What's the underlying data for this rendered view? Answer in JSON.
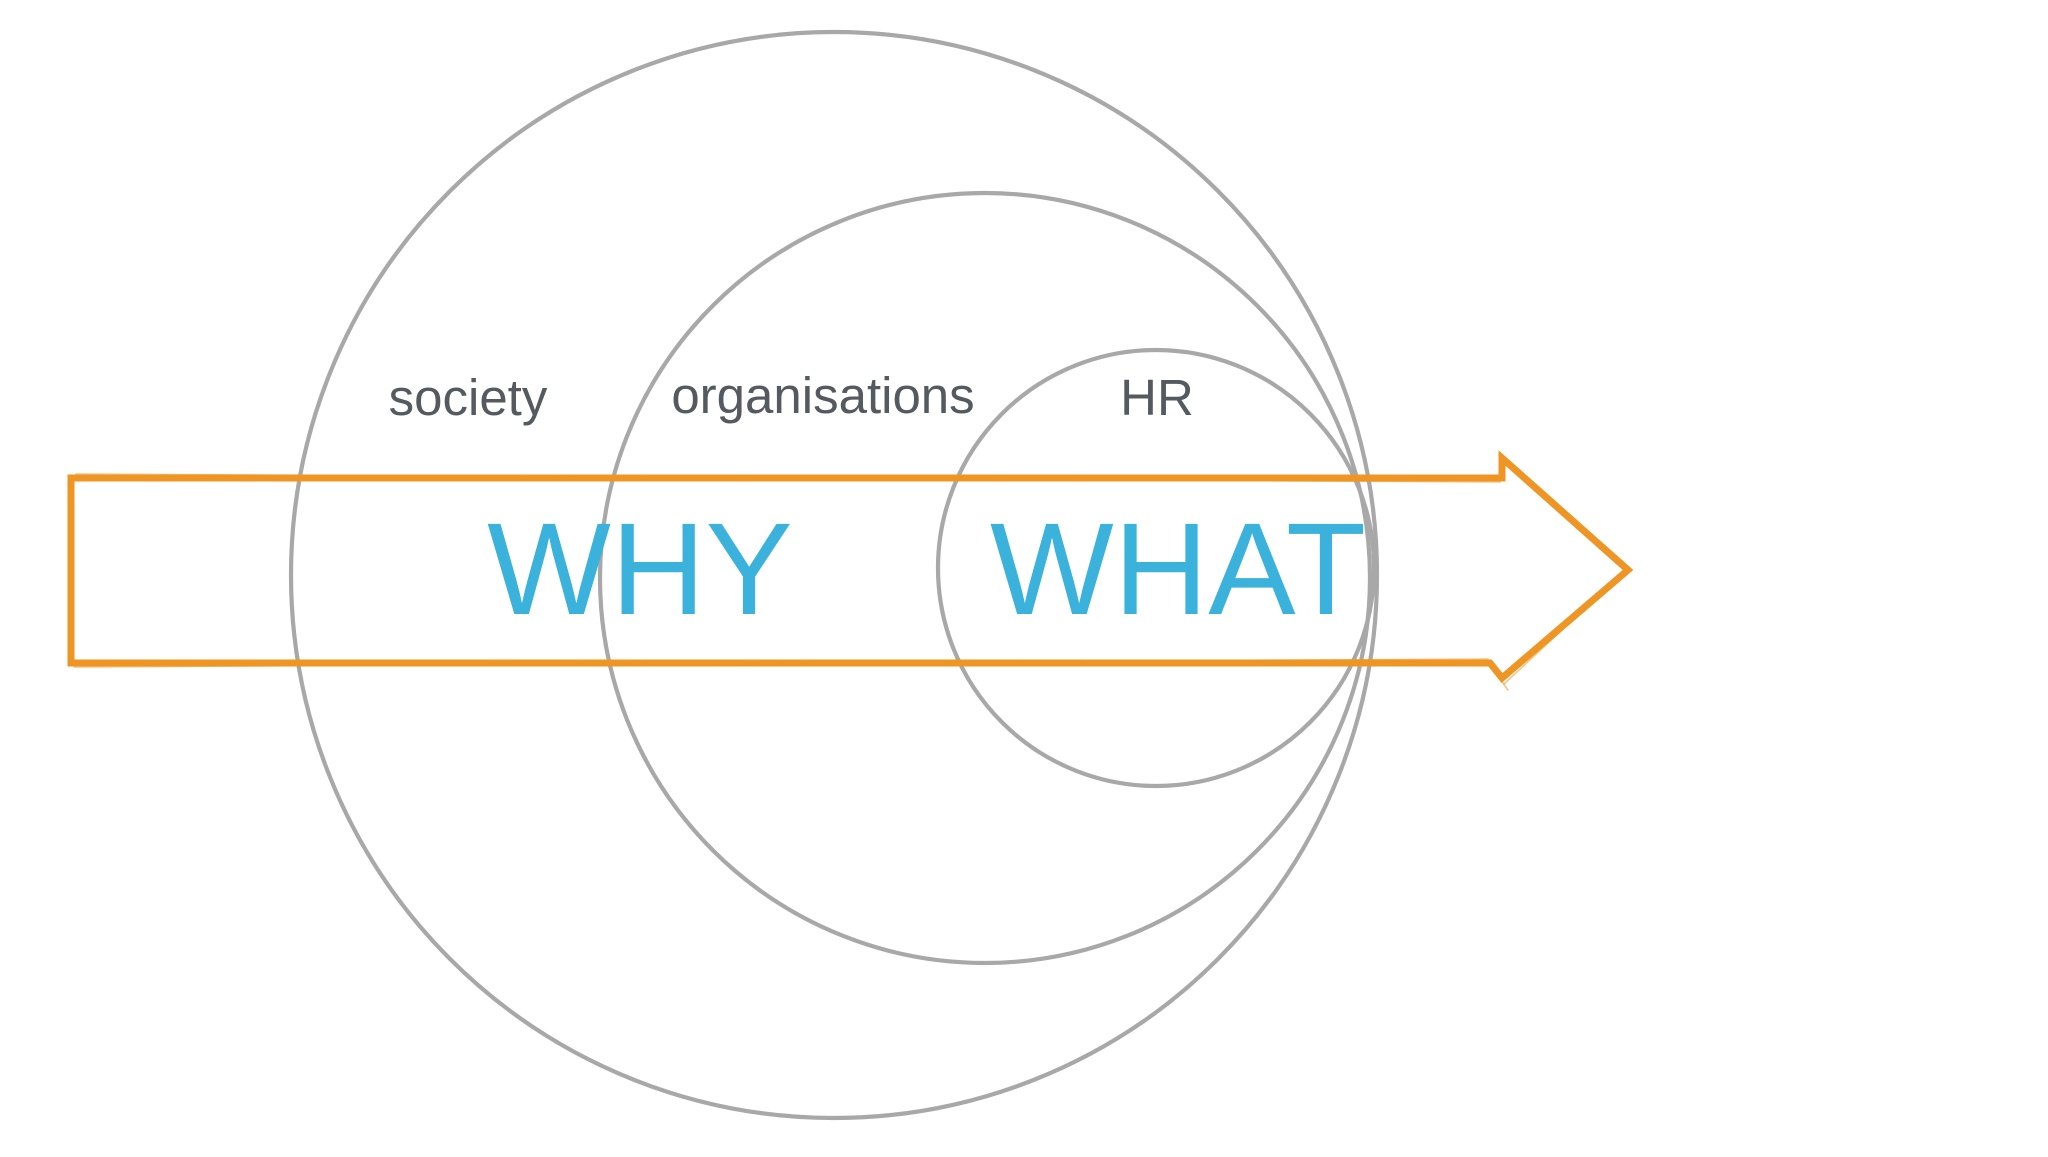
{
  "diagram": {
    "circles": [
      {
        "name": "outer",
        "label": "society"
      },
      {
        "name": "middle",
        "label": "organisations"
      },
      {
        "name": "inner",
        "label": "HR"
      }
    ],
    "arrow": {
      "start_word": "WHY",
      "end_word": "WHAT"
    }
  },
  "colors": {
    "circle_stroke": "#a8a8a8",
    "label_text": "#555a60",
    "arrow_stroke": "#ef9524",
    "accent_text": "#3ab2dc",
    "background": "#ffffff"
  }
}
